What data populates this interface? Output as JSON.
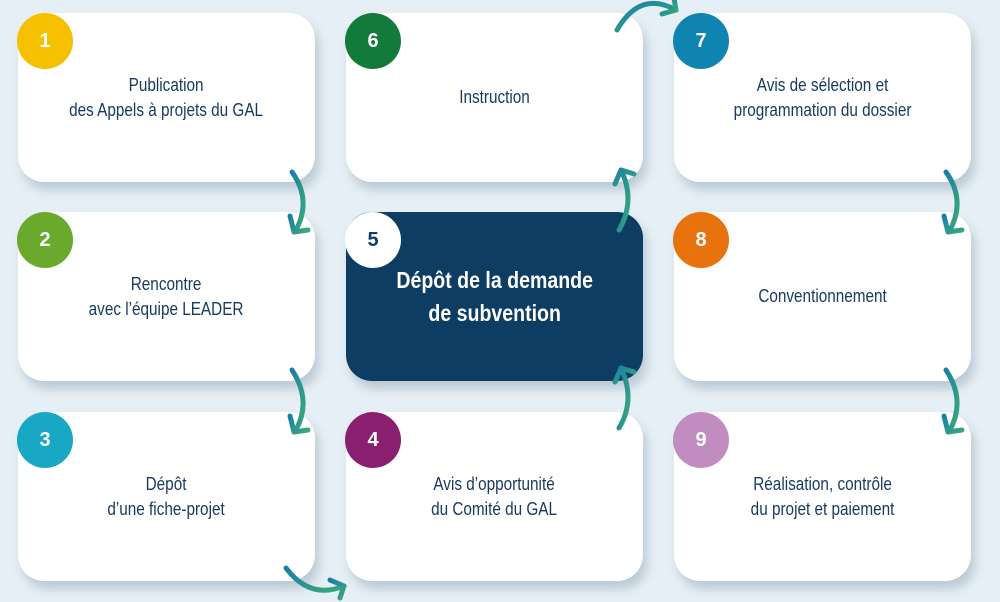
{
  "steps": [
    {
      "number": "1",
      "label": "Publication\ndes Appels à projets du GAL",
      "color": "#f5c000"
    },
    {
      "number": "2",
      "label": "Rencontre\navec l’équipe LEADER",
      "color": "#6aa92c"
    },
    {
      "number": "3",
      "label": "Dépôt\nd’une fiche-projet",
      "color": "#18a8c4"
    },
    {
      "number": "4",
      "label": "Avis d’opportunité\ndu Comité du GAL",
      "color": "#8a1f6f"
    },
    {
      "number": "5",
      "label": "Dépôt de la demande\nde subvention",
      "color": "#ffffff"
    },
    {
      "number": "6",
      "label": "Instruction",
      "color": "#127a3b"
    },
    {
      "number": "7",
      "label": "Avis de sélection et\nprogrammation du dossier",
      "color": "#0f84b0"
    },
    {
      "number": "8",
      "label": "Conventionnement",
      "color": "#e8720c"
    },
    {
      "number": "9",
      "label": "Réalisation, contrôle\ndu projet et paiement",
      "color": "#c18dc0"
    }
  ]
}
